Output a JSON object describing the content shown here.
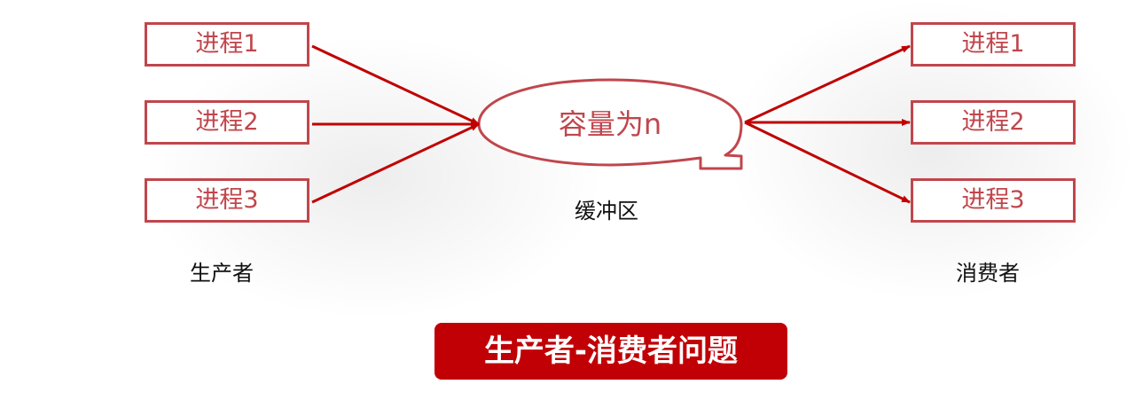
{
  "colors": {
    "accent": "#c10006",
    "box_border": "#c0464c",
    "arrow": "#c00000"
  },
  "producers": {
    "caption": "生产者",
    "items": [
      {
        "label": "进程1"
      },
      {
        "label": "进程2"
      },
      {
        "label": "进程3"
      }
    ]
  },
  "buffer": {
    "label": "容量为n",
    "caption": "缓冲区"
  },
  "consumers": {
    "caption": "消费者",
    "items": [
      {
        "label": "进程1"
      },
      {
        "label": "进程2"
      },
      {
        "label": "进程3"
      }
    ]
  },
  "title": "生产者-消费者问题"
}
